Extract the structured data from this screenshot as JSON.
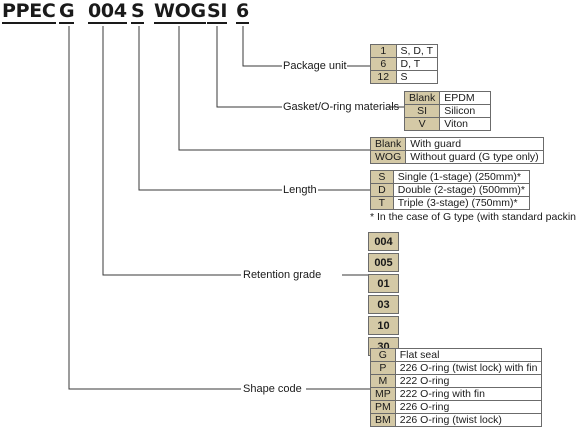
{
  "part_code": {
    "segments": [
      "PPEC",
      "G",
      "004",
      "S",
      "WOG",
      "SI",
      "6"
    ]
  },
  "package_unit": {
    "label": "Package unit",
    "rows": [
      {
        "code": "1",
        "desc": "S, D, T"
      },
      {
        "code": "6",
        "desc": "D, T"
      },
      {
        "code": "12",
        "desc": "S"
      }
    ]
  },
  "gasket": {
    "label": "Gasket/O-ring materials",
    "rows": [
      {
        "code": "Blank",
        "desc": "EPDM"
      },
      {
        "code": "SI",
        "desc": "Silicon"
      },
      {
        "code": "V",
        "desc": "Viton"
      }
    ]
  },
  "guard": {
    "rows": [
      {
        "code": "Blank",
        "desc": "With guard"
      },
      {
        "code": "WOG",
        "desc": "Without guard (G type only)"
      }
    ]
  },
  "length": {
    "label": "Length",
    "rows": [
      {
        "code": "S",
        "desc": "Single (1-stage) (250mm)*"
      },
      {
        "code": "D",
        "desc": "Double (2-stage) (500mm)*"
      },
      {
        "code": "T",
        "desc": "Triple (3-stage) (750mm)*"
      }
    ],
    "note": "* In the case of G type (with standard packing)"
  },
  "retention": {
    "label": "Retention grade",
    "grades": [
      "004",
      "005",
      "01",
      "03",
      "10",
      "30"
    ]
  },
  "shape": {
    "label": "Shape code",
    "rows": [
      {
        "code": "G",
        "desc": "Flat seal"
      },
      {
        "code": "P",
        "desc": "226 O-ring (twist lock) with fin"
      },
      {
        "code": "M",
        "desc": "222 O-ring"
      },
      {
        "code": "MP",
        "desc": "222 O-ring with fin"
      },
      {
        "code": "PM",
        "desc": "226 O-ring"
      },
      {
        "code": "BM",
        "desc": "226 O-ring (twist lock)"
      }
    ]
  }
}
